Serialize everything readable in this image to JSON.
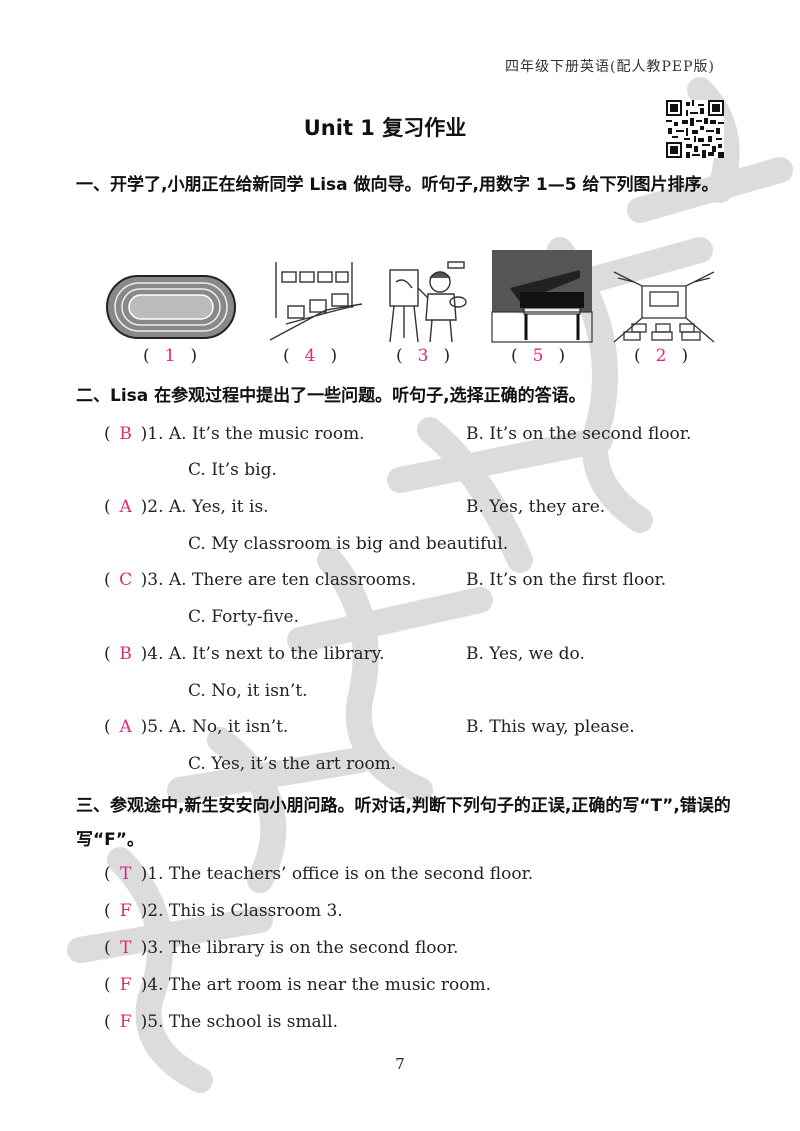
{
  "header": {
    "book_note": "四年级下册英语(配人教PEP版)",
    "title": "Unit 1 复习作业"
  },
  "sections": {
    "s1": {
      "instruction": "一、开学了,小朋正在给新同学 Lisa 做向导。听句子,用数字 1—5 给下列图片排序。",
      "pictures": [
        {
          "icon": "running-track-icon",
          "answer": "1"
        },
        {
          "icon": "computer-room-icon",
          "answer": "4"
        },
        {
          "icon": "art-painting-girl-icon",
          "answer": "3"
        },
        {
          "icon": "piano-music-room-icon",
          "answer": "5"
        },
        {
          "icon": "classroom-icon",
          "answer": "2"
        }
      ]
    },
    "s2": {
      "instruction": "二、Lisa 在参观过程中提出了一些问题。听句子,选择正确的答语。",
      "items": [
        {
          "answer": "B",
          "num": ")1.",
          "a": "A. It’s the music room.",
          "b": "B. It’s on the second floor.",
          "c": "C. It’s big."
        },
        {
          "answer": "A",
          "num": ")2.",
          "a": "A. Yes, it is.",
          "b": "B. Yes, they are.",
          "c": "C. My classroom is big and beautiful."
        },
        {
          "answer": "C",
          "num": ")3.",
          "a": "A. There are ten classrooms.",
          "b": "B. It’s on the first floor.",
          "c": "C. Forty-five."
        },
        {
          "answer": "B",
          "num": ")4.",
          "a": "A. It’s next to the library.",
          "b": "B. Yes, we do.",
          "c": "C. No, it isn’t."
        },
        {
          "answer": "A",
          "num": ")5.",
          "a": "A. No, it isn’t.",
          "b": "B. This way, please.",
          "c": "C. Yes, it’s the art room."
        }
      ]
    },
    "s3": {
      "instruction": "三、参观途中,新生安安向小朋问路。听对话,判断下列句子的正误,正确的写“T”,错误的写“F”。",
      "items": [
        {
          "answer": "T",
          "text": ")1. The teachers’ office is on the second floor."
        },
        {
          "answer": "F",
          "text": ")2. This is Classroom 3."
        },
        {
          "answer": "T",
          "text": ")3. The library is on the second floor."
        },
        {
          "answer": "F",
          "text": ")4. The art room is near the music room."
        },
        {
          "answer": "F",
          "text": ")5. The school is small."
        }
      ]
    }
  },
  "footer": {
    "page_number": "7"
  },
  "colors": {
    "answer": "#e0287a",
    "watermark": "#cfcfcf"
  }
}
